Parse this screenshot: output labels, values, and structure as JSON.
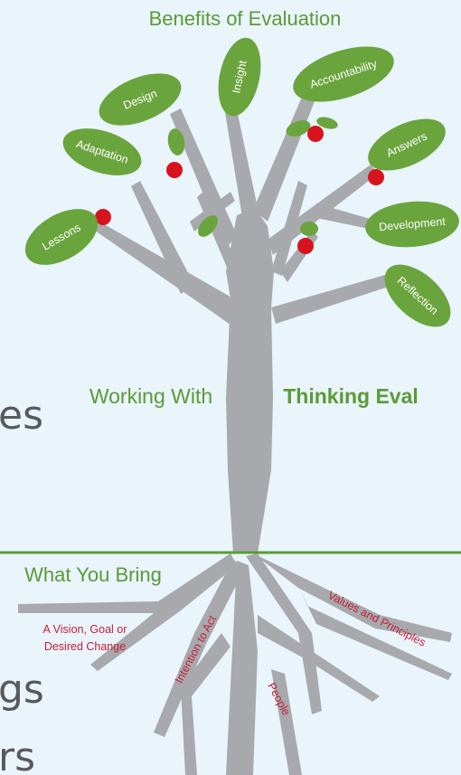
{
  "title": "Benefits of Evaluation",
  "benefits": [
    "Lessons",
    "Adaptation",
    "Design",
    "Insight",
    "Accountability",
    "Answers",
    "Development",
    "Reflection"
  ],
  "trunk_left_label": "Working With",
  "trunk_right_label": "Thinking Eval",
  "roots_heading": "What You Bring",
  "roots": {
    "vision_line1": "A Vision, Goal or",
    "vision_line2": "Desired Change",
    "intention": "Intention to Act",
    "people": "People",
    "values": "Values and Principles"
  },
  "edge_fragments": [
    "es",
    "gs",
    "rs"
  ],
  "colors": {
    "leaf": "#6aa43d",
    "branch": "#a7a9ac",
    "apple": "#d7141e",
    "root_text": "#c41e3a",
    "background": "#e9f4fb"
  }
}
